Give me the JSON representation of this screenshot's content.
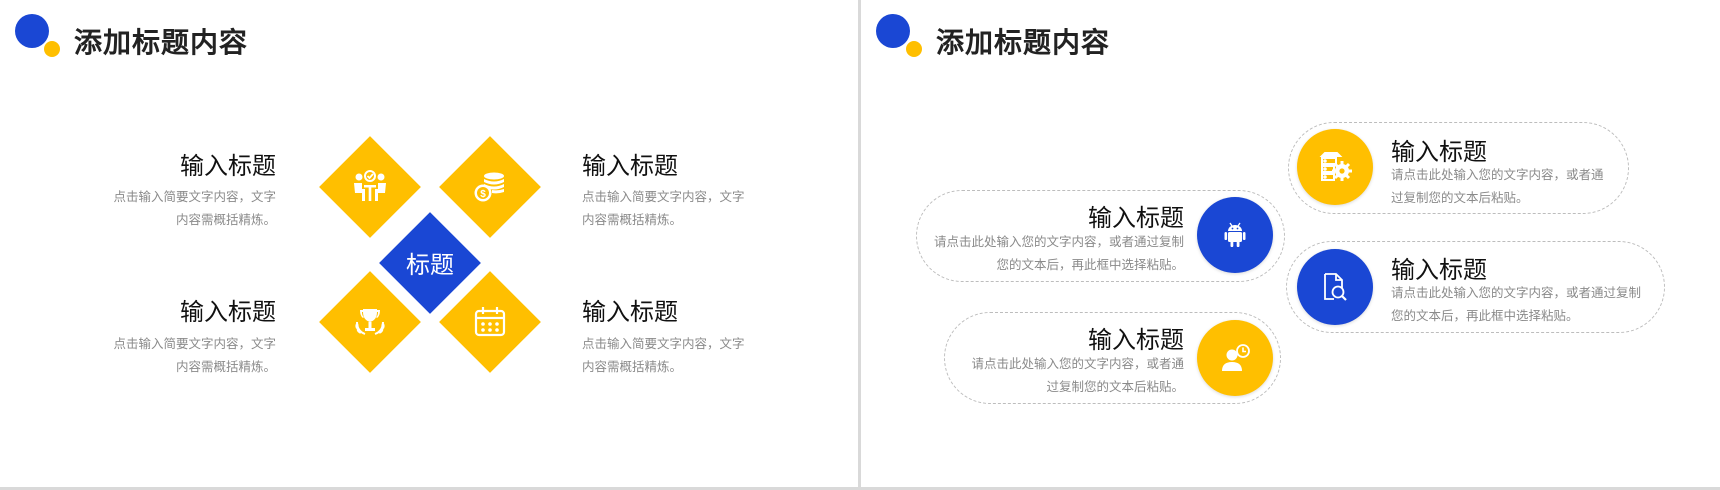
{
  "colors": {
    "blue": "#1a47d4",
    "yellow": "#ffbf00",
    "title_text": "#222222",
    "desc_text": "#8a8a8a",
    "dash_border": "#bdbdbd"
  },
  "left_slide": {
    "title": "添加标题内容",
    "center_label": "标题",
    "items": [
      {
        "title": "输入标题",
        "desc_line1": "点击输入简要文字内容，文字",
        "desc_line2": "内容需概括精炼。",
        "icon": "teamwork-meeting-icon"
      },
      {
        "title": "输入标题",
        "desc_line1": "点击输入简要文字内容，文字",
        "desc_line2": "内容需概括精炼。",
        "icon": "coins-money-icon"
      },
      {
        "title": "输入标题",
        "desc_line1": "点击输入简要文字内容，文字",
        "desc_line2": "内容需概括精炼。",
        "icon": "trophy-laurel-icon"
      },
      {
        "title": "输入标题",
        "desc_line1": "点击输入简要文字内容，文字",
        "desc_line2": "内容需概括精炼。",
        "icon": "calendar-icon"
      }
    ]
  },
  "right_slide": {
    "title": "添加标题内容",
    "items": [
      {
        "title": "输入标题",
        "desc_line1": "请点击此处输入您的文字内容，或者通",
        "desc_line2": "过复制您的文本后粘贴。",
        "icon": "server-gear-icon",
        "color": "yellow"
      },
      {
        "title": "输入标题",
        "desc_line1": "请点击此处输入您的文字内容，或者通过复制",
        "desc_line2": "您的文本后，再此框中选择粘贴。",
        "icon": "android-icon",
        "color": "blue"
      },
      {
        "title": "输入标题",
        "desc_line1": "请点击此处输入您的文字内容，或者通过复制",
        "desc_line2": "您的文本后，再此框中选择粘贴。",
        "icon": "document-search-icon",
        "color": "blue"
      },
      {
        "title": "输入标题",
        "desc_line1": "请点击此处输入您的文字内容，或者通",
        "desc_line2": "过复制您的文本后粘贴。",
        "icon": "user-clock-icon",
        "color": "yellow"
      }
    ]
  }
}
